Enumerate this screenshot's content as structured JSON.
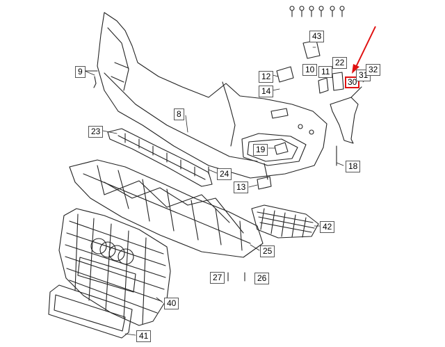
{
  "callouts": {
    "c8": "8",
    "c9": "9",
    "c10": "10",
    "c11": "11",
    "c12": "12",
    "c13": "13",
    "c14": "14",
    "c18": "18",
    "c19": "19",
    "c22": "22",
    "c23": "23",
    "c24": "24",
    "c25": "25",
    "c26": "26",
    "c27": "27",
    "c30": "30",
    "c31": "31",
    "c32": "32",
    "c40": "40",
    "c41": "41",
    "c42": "42",
    "c43": "43"
  },
  "colors": {
    "line": "#222222",
    "highlight": "#e01010",
    "arrow": "#e01010"
  },
  "highlighted_part": "30"
}
